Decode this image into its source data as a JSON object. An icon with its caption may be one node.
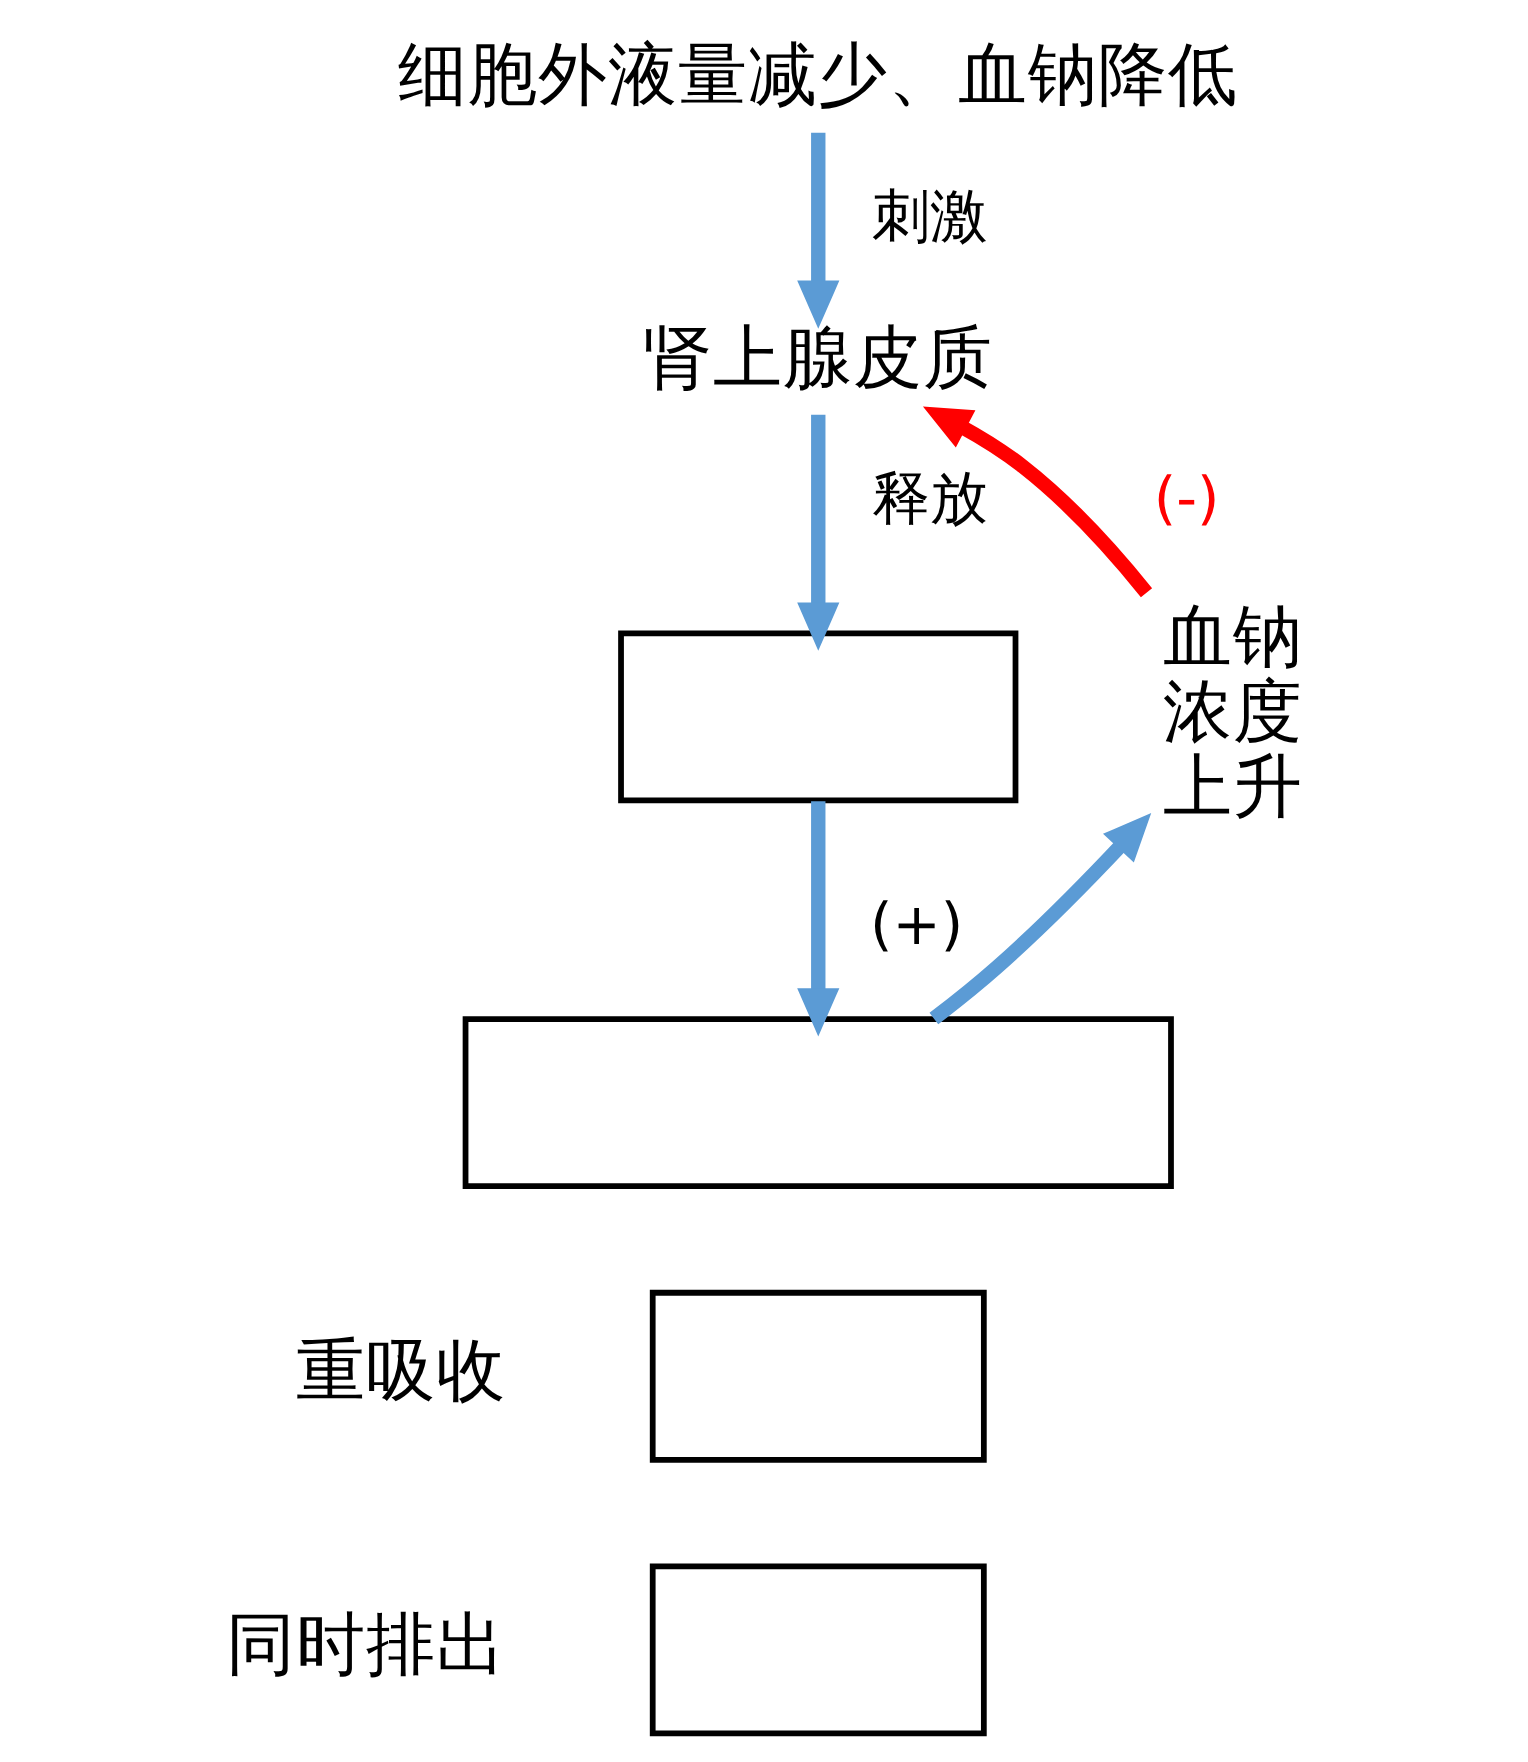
{
  "diagram": {
    "nodes": [
      {
        "text": [
          "细胞外液量减少、血钠降低"
        ]
      },
      {
        "text": [
          "肾上腺皮质"
        ]
      },
      {
        "text": [],
        "shape": "box"
      },
      {
        "text": [],
        "shape": "box"
      },
      {
        "text": [],
        "shape": "box",
        "beside": [
          "重吸收"
        ]
      },
      {
        "text": [],
        "shape": "box",
        "beside": [
          "同时排出"
        ]
      },
      {
        "text": [
          "血钠浓度上升"
        ]
      }
    ],
    "edges": [
      {
        "from": 0,
        "to": 1,
        "arrow": "to",
        "label": "刺激"
      },
      {
        "from": 1,
        "to": 2,
        "arrow": "to",
        "label": "释放"
      },
      {
        "from": 2,
        "to": 3,
        "arrow": "to",
        "label": "(+)"
      },
      {
        "from": 3,
        "to": 6,
        "arrow": "to"
      },
      {
        "from": 6,
        "to": 1,
        "arrow": "to",
        "label": "(-)",
        "color": "#ff0000"
      }
    ]
  }
}
